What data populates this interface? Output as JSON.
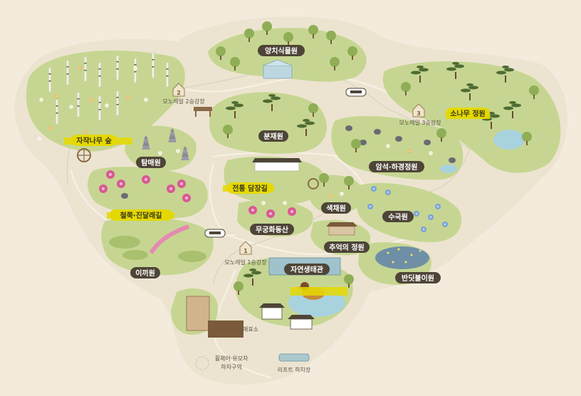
{
  "colors": {
    "background": "#f3ecdd",
    "land": "#ece4d0",
    "grass": "#c6d692",
    "grass_dark": "#a9c06e",
    "tree": "#8fae56",
    "path": "#f6f1e4",
    "label_dark": "#4e4538",
    "label_yellow": "#e5d800",
    "water": "#a9d2df"
  },
  "gardens": {
    "tropical": "양치식물원",
    "birch": "자작나무 숲",
    "pagoda": "탐매원",
    "azalea": "철쭉·진달래길",
    "moss": "이끼원",
    "bonsai": "분재원",
    "wall": "전통 담장길",
    "rose_of_sharon": "무궁화동산",
    "color": "색채원",
    "memory": "추억의 정원",
    "eco": "자연생태관",
    "firefly": "반딧불이원",
    "pine": "소나무 정원",
    "rock": "암석·하경정원",
    "water_garden": "수국원"
  },
  "stations": {
    "s1": {
      "num": "1",
      "label": "모노레일 1승강장"
    },
    "s2": {
      "num": "2",
      "label": "모노레일 2승강장"
    },
    "s3": {
      "num": "3",
      "label": "모노레일 3승강장"
    }
  },
  "facilities": {
    "ticket": "매표소",
    "wheelchair_line1": "휠체어·유모차",
    "wheelchair_line2": "하차구역",
    "lift": "리프트 하차장"
  }
}
